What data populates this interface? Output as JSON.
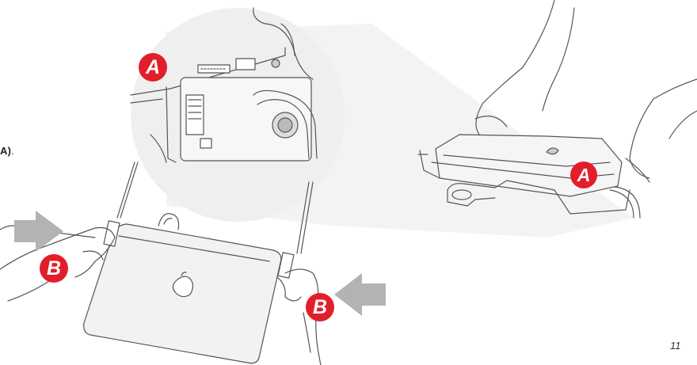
{
  "instruction_fragment": {
    "bold": "A)",
    "rest": "."
  },
  "callouts": {
    "a_top": "A",
    "a_right": "A",
    "b_left": "B",
    "b_right": "B"
  },
  "page_number": "11",
  "colors": {
    "callout": "#e31e2b",
    "arrow": "#b3b3b3",
    "zoom_circle": "#f0f0f0",
    "line_art": "#4a4a4a"
  }
}
